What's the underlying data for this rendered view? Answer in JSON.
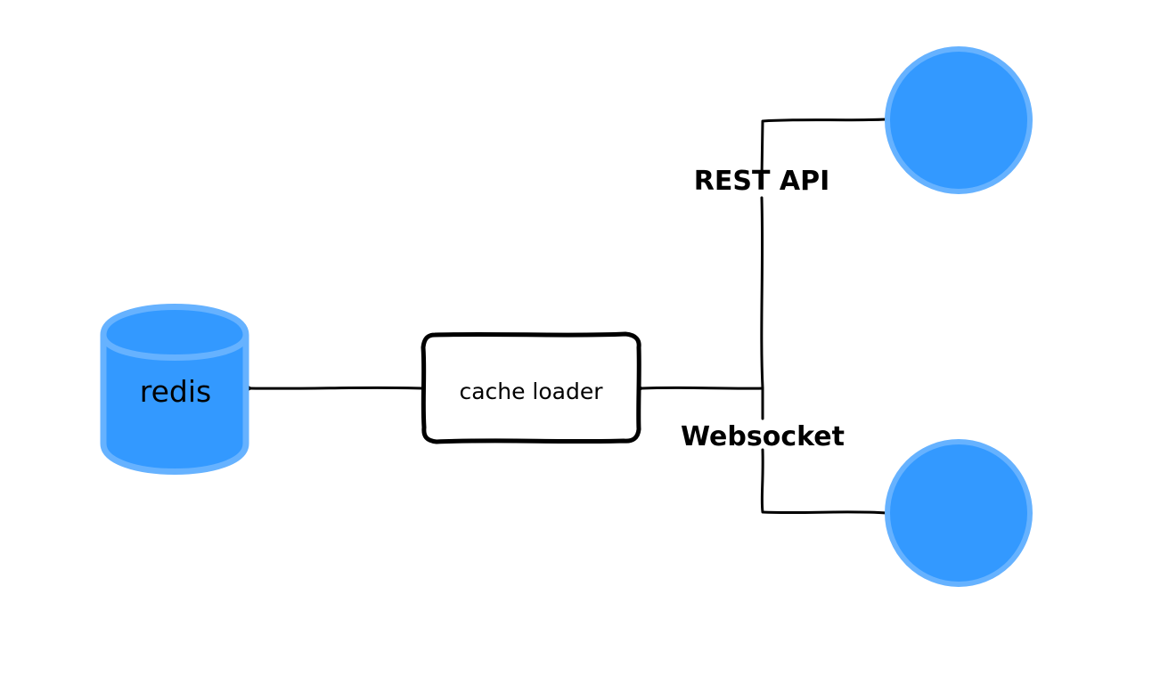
{
  "diagram": {
    "nodes": {
      "redis": {
        "label": "redis",
        "shape": "cylinder-icon"
      },
      "cache_loader": {
        "label": "cache loader",
        "shape": "rounded-rectangle"
      },
      "client_top": {
        "label": "",
        "shape": "circle-icon"
      },
      "client_bottom": {
        "label": "",
        "shape": "circle-icon"
      }
    },
    "edges": {
      "rest_api": {
        "label": "REST API"
      },
      "websocket": {
        "label": "Websocket"
      }
    }
  },
  "colors": {
    "node_fill": "#3399ff",
    "node_stroke": "#66b2ff",
    "line": "#000000",
    "background": "#ffffff"
  }
}
